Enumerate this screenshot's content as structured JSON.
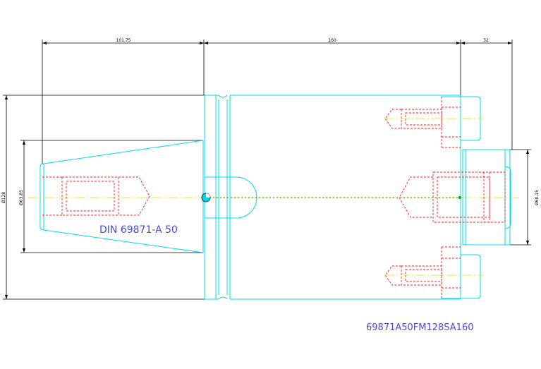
{
  "dimensions": {
    "top_left": "101,75",
    "top_mid": "160",
    "top_right": "32",
    "left_outer": "Ø128",
    "left_inner": "Ø63,85",
    "right": "Ø60,15"
  },
  "labels": {
    "standard": "DIN 69871-A 50",
    "part_number": "69871A50FM128SA160"
  },
  "colors": {
    "outline": "#00d8e8",
    "hidden": "#ff2020",
    "centerline": "#e8e000",
    "dimension": "#000000",
    "text": "#4a4ad8"
  }
}
